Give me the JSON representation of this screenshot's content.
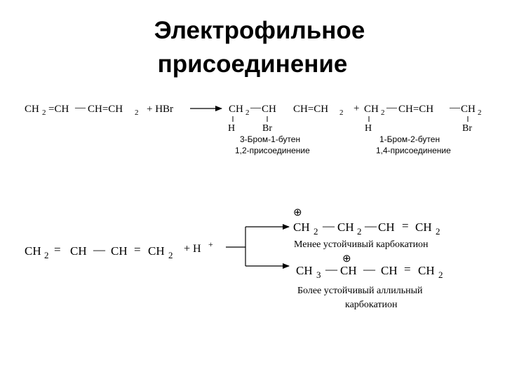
{
  "title": {
    "line1": "Электрофильное",
    "line2": "присоединение"
  },
  "reaction1": {
    "reactant": {
      "a": "CH",
      "a_sub": "2",
      "b": "=CH",
      "bond": "—",
      "c": "CH=CH",
      "c_sub": "2",
      "reagent": "+ HBr"
    },
    "product1": {
      "a": "CH",
      "a_sub": "2",
      "bond": "—",
      "b": "CH",
      "c": "CH=CH",
      "c_sub": "2",
      "h": "H",
      "br": "Br",
      "name": "3-Бром-1-бутен",
      "type": "1,2-присоединение"
    },
    "plus": "+",
    "product2": {
      "a": "CH",
      "a_sub": "2",
      "bond": "—",
      "b": "CH=CH",
      "d": "CH",
      "d_sub": "2",
      "h": "H",
      "br": "Br",
      "name": "1-Бром-2-бутен",
      "type": "1,4-присоединение"
    }
  },
  "reaction2": {
    "reactant": {
      "a": "CH",
      "a_sub": "2",
      "eq1": "=",
      "b": "CH",
      "bond": "—",
      "c": "CH",
      "eq2": "=",
      "d": "CH",
      "d_sub": "2",
      "reagent": "+ H",
      "reagent_sup": "+"
    },
    "upper": {
      "charge": "⊕",
      "a": "CH",
      "a_sub": "2",
      "bond1": "—",
      "b": "CH",
      "b_sub": "2",
      "bond2": "—",
      "c": "CH",
      "eq": "=",
      "d": "CH",
      "d_sub": "2",
      "caption": "Менее устойчивый карбокатион"
    },
    "lower": {
      "charge": "⊕",
      "a": "CH",
      "a_sub": "3",
      "bond1": "—",
      "b": "CH",
      "bond2": "—",
      "c": "CH",
      "eq": "=",
      "d": "CH",
      "d_sub": "2",
      "caption_line1": "Более устойчивый аллильный",
      "caption_line2": "карбокатион"
    }
  }
}
